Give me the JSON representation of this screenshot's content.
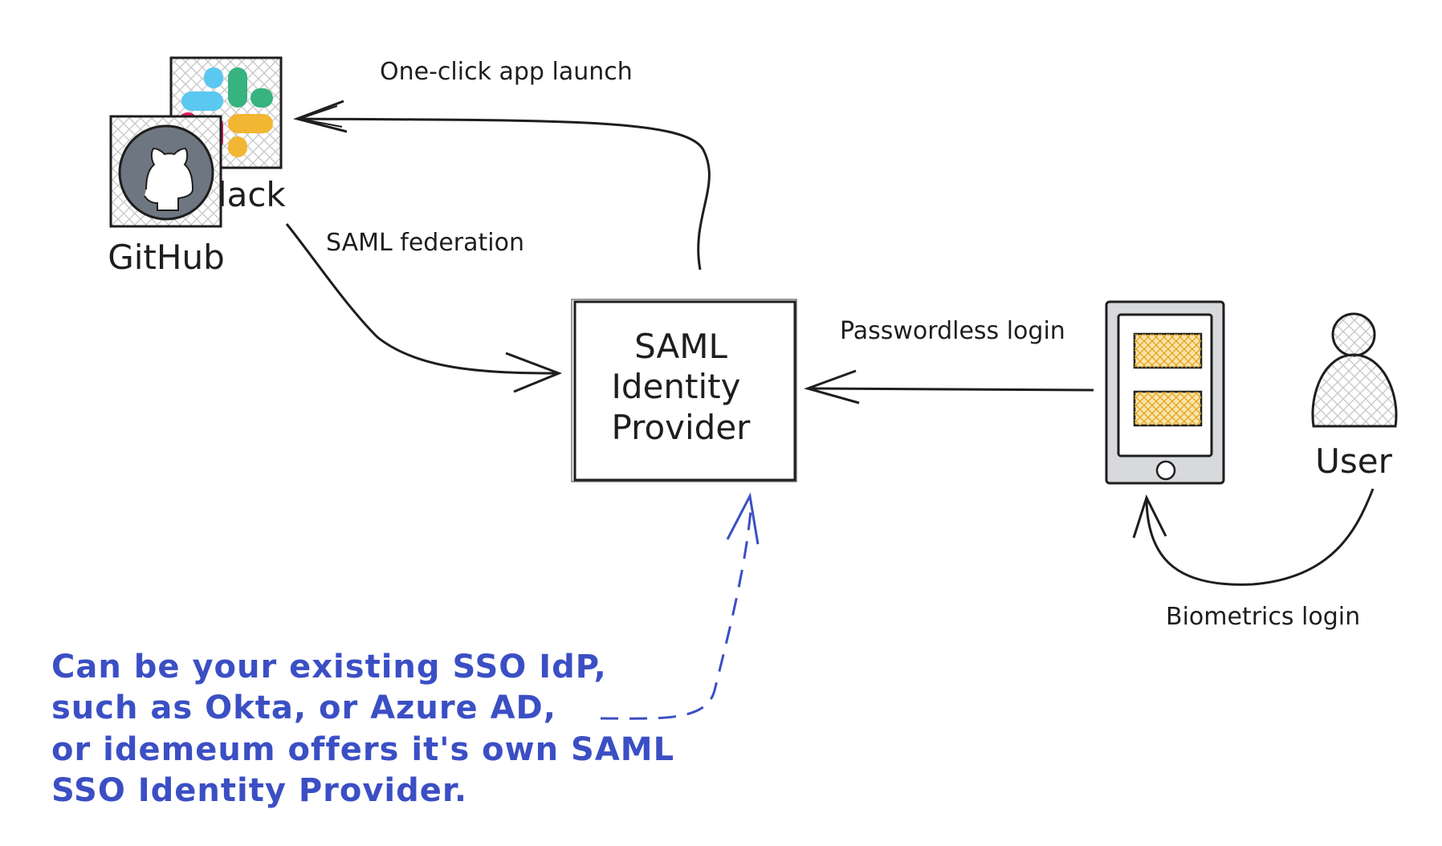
{
  "colors": {
    "ink": "#1e1e1e",
    "annotation": "#3b4fc4",
    "hatch": "#c9c9c9",
    "screen_block": "#f5b83d",
    "device_fill": "#d7d9dc",
    "github_circle": "#6e7681"
  },
  "apps": {
    "slack_label": "Slack",
    "github_label": "GitHub"
  },
  "edges": {
    "launch": "One-click app launch",
    "federation": "SAML federation",
    "passwordless": "Passwordless login",
    "biometrics": "Biometrics login"
  },
  "idp": {
    "line1": "SAML",
    "line2": "Identity",
    "line3": "Provider"
  },
  "user": {
    "label": "User"
  },
  "note": {
    "lines": [
      "Can be your existing SSO IdP,",
      "such as Okta, or Azure AD,",
      "or idemeum offers it's own SAML",
      "SSO Identity Provider."
    ]
  }
}
